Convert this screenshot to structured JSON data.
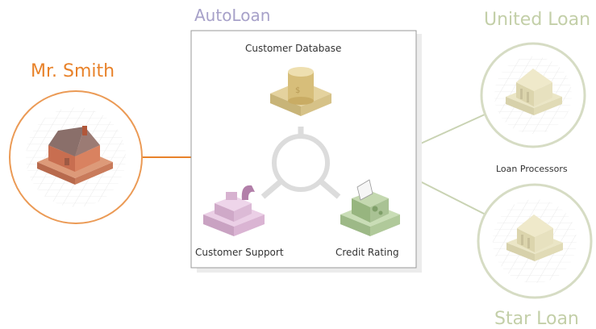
{
  "labels": {
    "customer": "Mr. Smith",
    "company": "AutoLoan",
    "lender_top": "United Loan",
    "lender_bottom": "Star Loan",
    "database": "Customer Database",
    "support": "Customer Support",
    "credit": "Credit Rating",
    "processors": "Loan Processors"
  },
  "colors": {
    "customer_accent": "#e8822a",
    "company_title": "#a7a1c9",
    "lender_accent": "#c3cfa8",
    "database_tile": "#e1cf99",
    "support_tile": "#e6c4de",
    "credit_tile": "#bcd4a6"
  },
  "icons": {
    "customer": "house-icon",
    "database": "database-cylinder-icon",
    "support": "telephone-icon",
    "credit": "credit-terminal-icon",
    "lender": "bank-building-icon"
  }
}
